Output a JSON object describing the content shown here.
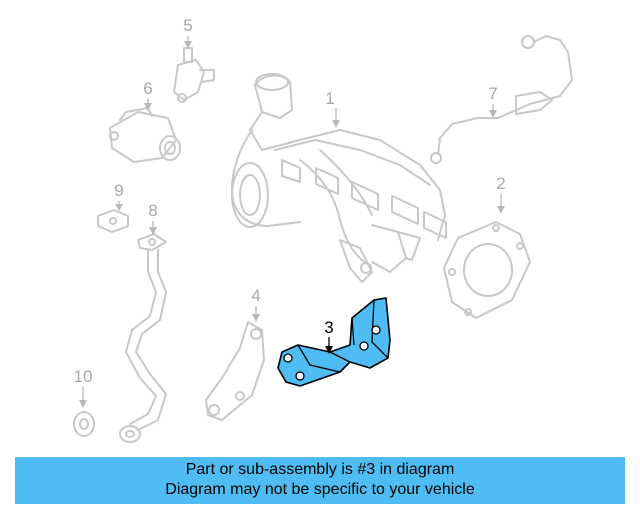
{
  "callouts": [
    "1",
    "2",
    "3",
    "4",
    "5",
    "6",
    "7",
    "8",
    "9",
    "10"
  ],
  "highlight_color": "#4fbdf4",
  "banner": {
    "line1": "Part or sub-assembly is #3 in diagram",
    "line2": "Diagram may not be specific to your vehicle"
  }
}
